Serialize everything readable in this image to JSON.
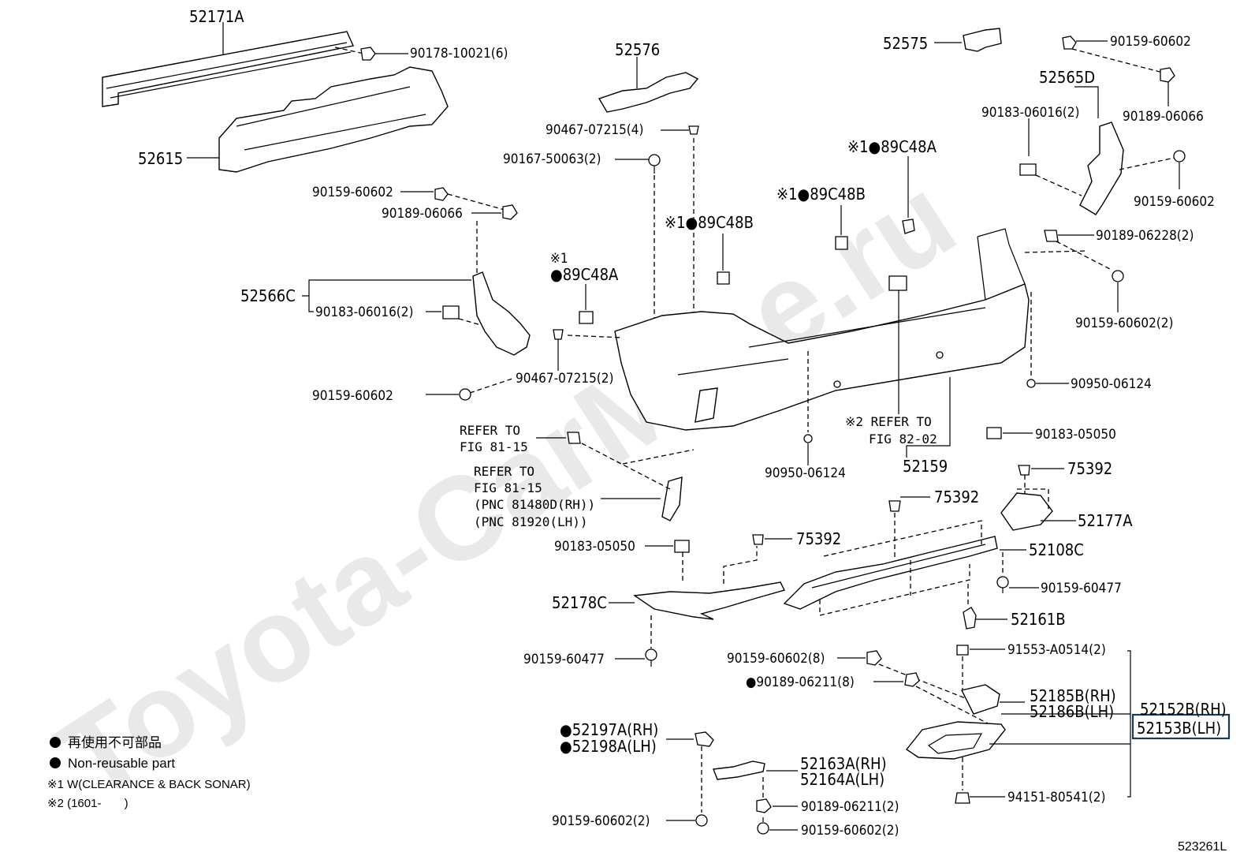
{
  "watermark": "Toyota-CarMine.ru",
  "figure_id": "523261L",
  "legend": {
    "line1": "再使用不可部品",
    "line2": "Non-reusable part",
    "line3": "※1 W(CLEARANCE & BACK SONAR)",
    "line4": "※2 (1601-       )"
  },
  "parts": {
    "p52171A": "52171A",
    "p90178": "90178-10021(6)",
    "p52615": "52615",
    "p52576": "52576",
    "p52575": "52575",
    "p90159_top": "90159-60602",
    "p52565D": "52565D",
    "p90183_top": "90183-06016(2)",
    "p90189_06066_r": "90189-06066",
    "p90159_r2": "90159-60602",
    "p90467_top": "90467-07215(4)",
    "p90167": "90167-50063(2)",
    "p89C48A_top": "※1●89C48A",
    "p89C48B_mid": "※1●89C48B",
    "p89C48B_left": "※1●89C48B",
    "p89C48A_left1": "※1",
    "p89C48A_left2": "●89C48A",
    "p90159_l1": "90159-60602",
    "p90189_l": "90189-06066",
    "p52566C": "52566C",
    "p90183_l": "90183-06016(2)",
    "p90159_l2": "90159-60602",
    "p90467_mid": "90467-07215(2)",
    "p90189_06228": "90189-06228(2)",
    "p90159_r3": "90159-60602(2)",
    "p90950_r": "90950-06124",
    "p90950_m": "90950-06124",
    "ref2a": "※2 REFER TO",
    "ref2b": "FIG 82-02",
    "p52159": "52159",
    "ref81a": "REFER TO",
    "ref81b": "FIG 81-15",
    "ref81c": "REFER TO",
    "ref81d": "FIG 81-15",
    "ref81e": "(PNC 81480D(RH))",
    "ref81f": "(PNC 81920(LH))",
    "p90183_05050_r": "90183-05050",
    "p75392_a": "75392",
    "p75392_b": "75392",
    "p52177A": "52177A",
    "p90183_05050_l": "90183-05050",
    "p75392_c": "75392",
    "p52108C": "52108C",
    "p90159_60477_r": "90159-60477",
    "p52178C": "52178C",
    "p52161B": "52161B",
    "p90159_60477_l": "90159-60477",
    "p90159_8": "90159-60602(8)",
    "p90189_8": "●90189-06211(8)",
    "p91553": "91553-A0514(2)",
    "p52185B": "52185B(RH)",
    "p52186B": "52186B(LH)",
    "p52152B": "52152B(RH)",
    "p52153B": "52153B(LH)",
    "p52197A": "●52197A(RH)",
    "p52198A": "●52198A(LH)",
    "p52163A": "52163A(RH)",
    "p52164A": "52164A(LH)",
    "p94151": "94151-80541(2)",
    "p90189_06211_2": "90189-06211(2)",
    "p90159_60602_2a": "90159-60602(2)",
    "p90159_60602_2b": "90159-60602(2)"
  }
}
